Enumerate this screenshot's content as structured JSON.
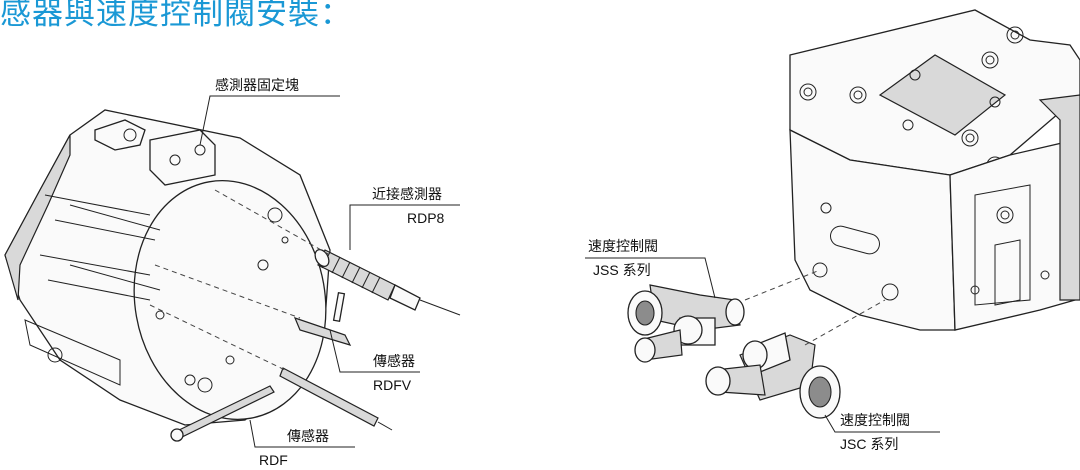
{
  "heading": "感器與速度控制閥安裝：",
  "left_labels": {
    "sensor_block": "感測器固定塊",
    "proximity_name": "近接感測器",
    "proximity_code": "RDP8",
    "sensor_v_name": "傳感器",
    "sensor_v_code": "RDFV",
    "sensor_name": "傳感器",
    "sensor_code": "RDF"
  },
  "right_labels": {
    "jss_name": "速度控制閥",
    "jss_code": "JSS 系列",
    "jsc_name": "速度控制閥",
    "jsc_code": "JSC 系列"
  }
}
